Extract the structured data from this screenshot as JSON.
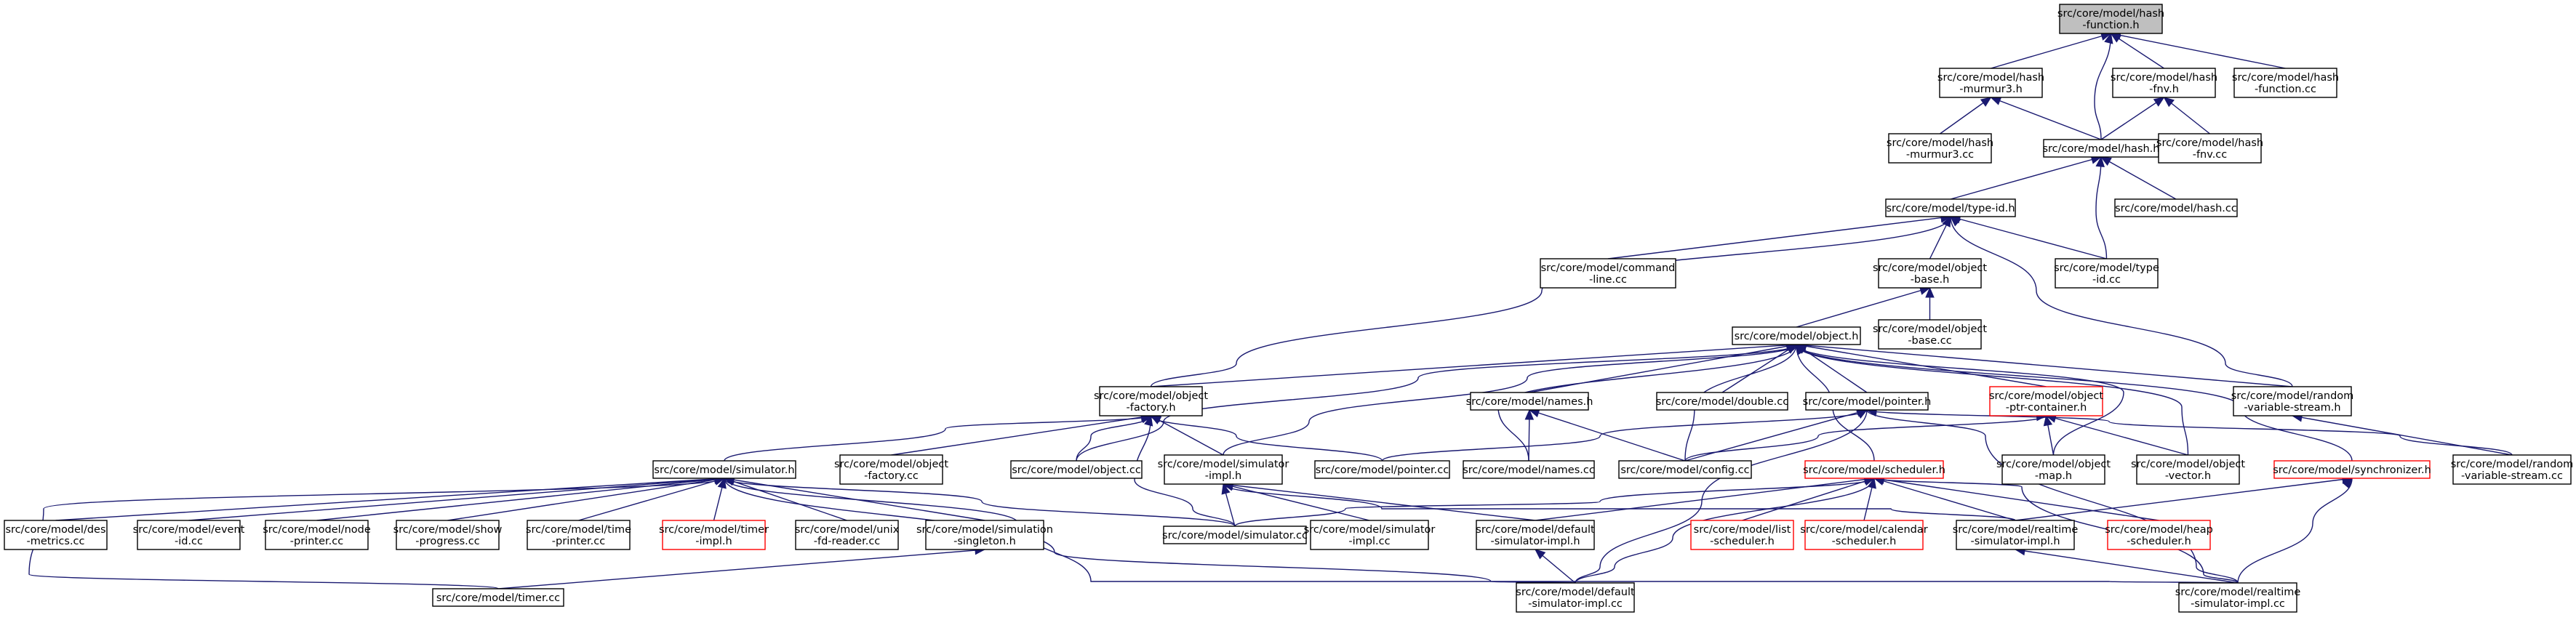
{
  "graph": {
    "kind": "include-dependency-graph",
    "colors": {
      "edge": "#191970",
      "root_fill": "#bfbfbf",
      "node_fill": "#ffffff",
      "node_border": "#000000",
      "truncated_border": "#ff0000"
    },
    "nodes": [
      {
        "id": "hash_function_h",
        "lines": [
          "src/core/model/hash",
          "-function.h"
        ],
        "style": "root"
      },
      {
        "id": "hash_murmur3_h",
        "lines": [
          "src/core/model/hash",
          "-murmur3.h"
        ],
        "style": "normal"
      },
      {
        "id": "hash_fnv_h",
        "lines": [
          "src/core/model/hash",
          "-fnv.h"
        ],
        "style": "normal"
      },
      {
        "id": "hash_function_cc",
        "lines": [
          "src/core/model/hash",
          "-function.cc"
        ],
        "style": "normal"
      },
      {
        "id": "hash_murmur3_cc",
        "lines": [
          "src/core/model/hash",
          "-murmur3.cc"
        ],
        "style": "normal"
      },
      {
        "id": "hash_h",
        "lines": [
          "src/core/model/hash.h"
        ],
        "style": "normal"
      },
      {
        "id": "hash_fnv_cc",
        "lines": [
          "src/core/model/hash",
          "-fnv.cc"
        ],
        "style": "normal"
      },
      {
        "id": "type_id_h",
        "lines": [
          "src/core/model/type-id.h"
        ],
        "style": "normal"
      },
      {
        "id": "hash_cc",
        "lines": [
          "src/core/model/hash.cc"
        ],
        "style": "normal"
      },
      {
        "id": "command_line_cc",
        "lines": [
          "src/core/model/command",
          "-line.cc"
        ],
        "style": "normal"
      },
      {
        "id": "object_base_h",
        "lines": [
          "src/core/model/object",
          "-base.h"
        ],
        "style": "normal"
      },
      {
        "id": "type_id_cc",
        "lines": [
          "src/core/model/type",
          "-id.cc"
        ],
        "style": "normal"
      },
      {
        "id": "object_base_cc",
        "lines": [
          "src/core/model/object",
          "-base.cc"
        ],
        "style": "normal"
      },
      {
        "id": "object_h",
        "lines": [
          "src/core/model/object.h"
        ],
        "style": "normal"
      },
      {
        "id": "object_factory_h",
        "lines": [
          "src/core/model/object",
          "-factory.h"
        ],
        "style": "normal"
      },
      {
        "id": "names_h",
        "lines": [
          "src/core/model/names.h"
        ],
        "style": "normal"
      },
      {
        "id": "double_cc",
        "lines": [
          "src/core/model/double.cc"
        ],
        "style": "normal"
      },
      {
        "id": "pointer_h",
        "lines": [
          "src/core/model/pointer.h"
        ],
        "style": "normal"
      },
      {
        "id": "object_ptr_container_h",
        "lines": [
          "src/core/model/object",
          "-ptr-container.h"
        ],
        "style": "truncated"
      },
      {
        "id": "random_variable_stream_h",
        "lines": [
          "src/core/model/random",
          "-variable-stream.h"
        ],
        "style": "normal"
      },
      {
        "id": "simulator_h",
        "lines": [
          "src/core/model/simulator.h"
        ],
        "style": "normal"
      },
      {
        "id": "object_factory_cc",
        "lines": [
          "src/core/model/object",
          "-factory.cc"
        ],
        "style": "normal"
      },
      {
        "id": "object_cc",
        "lines": [
          "src/core/model/object.cc"
        ],
        "style": "normal"
      },
      {
        "id": "simulator_impl_h",
        "lines": [
          "src/core/model/simulator",
          "-impl.h"
        ],
        "style": "normal"
      },
      {
        "id": "pointer_cc",
        "lines": [
          "src/core/model/pointer.cc"
        ],
        "style": "normal"
      },
      {
        "id": "names_cc",
        "lines": [
          "src/core/model/names.cc"
        ],
        "style": "normal"
      },
      {
        "id": "config_cc",
        "lines": [
          "src/core/model/config.cc"
        ],
        "style": "normal"
      },
      {
        "id": "scheduler_h",
        "lines": [
          "src/core/model/scheduler.h"
        ],
        "style": "truncated"
      },
      {
        "id": "object_map_h",
        "lines": [
          "src/core/model/object",
          "-map.h"
        ],
        "style": "normal"
      },
      {
        "id": "object_vector_h",
        "lines": [
          "src/core/model/object",
          "-vector.h"
        ],
        "style": "normal"
      },
      {
        "id": "synchronizer_h",
        "lines": [
          "src/core/model/synchronizer.h"
        ],
        "style": "truncated"
      },
      {
        "id": "random_variable_stream_cc",
        "lines": [
          "src/core/model/random",
          "-variable-stream.cc"
        ],
        "style": "normal"
      },
      {
        "id": "des_metrics_cc",
        "lines": [
          "src/core/model/des",
          "-metrics.cc"
        ],
        "style": "normal"
      },
      {
        "id": "event_id_cc",
        "lines": [
          "src/core/model/event",
          "-id.cc"
        ],
        "style": "normal"
      },
      {
        "id": "node_printer_cc",
        "lines": [
          "src/core/model/node",
          "-printer.cc"
        ],
        "style": "normal"
      },
      {
        "id": "show_progress_cc",
        "lines": [
          "src/core/model/show",
          "-progress.cc"
        ],
        "style": "normal"
      },
      {
        "id": "time_printer_cc",
        "lines": [
          "src/core/model/time",
          "-printer.cc"
        ],
        "style": "normal"
      },
      {
        "id": "timer_impl_h",
        "lines": [
          "src/core/model/timer",
          "-impl.h"
        ],
        "style": "truncated"
      },
      {
        "id": "unix_fd_reader_cc",
        "lines": [
          "src/core/model/unix",
          "-fd-reader.cc"
        ],
        "style": "normal"
      },
      {
        "id": "simulation_singleton_h",
        "lines": [
          "src/core/model/simulation",
          "-singleton.h"
        ],
        "style": "normal"
      },
      {
        "id": "simulator_cc",
        "lines": [
          "src/core/model/simulator.cc"
        ],
        "style": "normal"
      },
      {
        "id": "simulator_impl_cc",
        "lines": [
          "src/core/model/simulator",
          "-impl.cc"
        ],
        "style": "normal"
      },
      {
        "id": "default_simulator_impl_h",
        "lines": [
          "src/core/model/default",
          "-simulator-impl.h"
        ],
        "style": "normal"
      },
      {
        "id": "list_scheduler_h",
        "lines": [
          "src/core/model/list",
          "-scheduler.h"
        ],
        "style": "truncated"
      },
      {
        "id": "calendar_scheduler_h",
        "lines": [
          "src/core/model/calendar",
          "-scheduler.h"
        ],
        "style": "truncated"
      },
      {
        "id": "realtime_simulator_impl_h",
        "lines": [
          "src/core/model/realtime",
          "-simulator-impl.h"
        ],
        "style": "normal"
      },
      {
        "id": "heap_scheduler_h",
        "lines": [
          "src/core/model/heap",
          "-scheduler.h"
        ],
        "style": "truncated"
      },
      {
        "id": "timer_cc",
        "lines": [
          "src/core/model/timer.cc"
        ],
        "style": "normal"
      },
      {
        "id": "default_simulator_impl_cc",
        "lines": [
          "src/core/model/default",
          "-simulator-impl.cc"
        ],
        "style": "normal"
      },
      {
        "id": "realtime_simulator_impl_cc",
        "lines": [
          "src/core/model/realtime",
          "-simulator-impl.cc"
        ],
        "style": "normal"
      }
    ],
    "edges": [
      [
        "hash_function_h",
        "hash_murmur3_h"
      ],
      [
        "hash_function_h",
        "hash_h"
      ],
      [
        "hash_function_h",
        "hash_fnv_h"
      ],
      [
        "hash_function_h",
        "hash_function_cc"
      ],
      [
        "hash_murmur3_h",
        "hash_murmur3_cc"
      ],
      [
        "hash_murmur3_h",
        "hash_h"
      ],
      [
        "hash_fnv_h",
        "hash_h"
      ],
      [
        "hash_fnv_h",
        "hash_fnv_cc"
      ],
      [
        "hash_h",
        "type_id_h"
      ],
      [
        "hash_h",
        "hash_cc"
      ],
      [
        "hash_h",
        "type_id_cc"
      ],
      [
        "type_id_h",
        "command_line_cc"
      ],
      [
        "type_id_h",
        "object_base_h"
      ],
      [
        "type_id_h",
        "type_id_cc"
      ],
      [
        "type_id_h",
        "object_factory_h"
      ],
      [
        "type_id_h",
        "random_variable_stream_h"
      ],
      [
        "object_base_h",
        "object_h"
      ],
      [
        "object_base_h",
        "object_base_cc"
      ],
      [
        "object_h",
        "object_factory_h"
      ],
      [
        "object_h",
        "names_h"
      ],
      [
        "object_h",
        "double_cc"
      ],
      [
        "object_h",
        "pointer_h"
      ],
      [
        "object_h",
        "object_ptr_container_h"
      ],
      [
        "object_h",
        "random_variable_stream_h"
      ],
      [
        "object_h",
        "object_cc"
      ],
      [
        "object_h",
        "simulator_impl_h"
      ],
      [
        "object_h",
        "names_cc"
      ],
      [
        "object_h",
        "config_cc"
      ],
      [
        "object_h",
        "scheduler_h"
      ],
      [
        "object_h",
        "object_map_h"
      ],
      [
        "object_h",
        "object_vector_h"
      ],
      [
        "object_h",
        "synchronizer_h"
      ],
      [
        "object_factory_h",
        "simulator_h"
      ],
      [
        "object_factory_h",
        "object_factory_cc"
      ],
      [
        "object_factory_h",
        "object_cc"
      ],
      [
        "object_factory_h",
        "simulator_impl_h"
      ],
      [
        "object_factory_h",
        "pointer_cc"
      ],
      [
        "object_factory_h",
        "simulator_cc"
      ],
      [
        "names_h",
        "names_cc"
      ],
      [
        "names_h",
        "config_cc"
      ],
      [
        "pointer_h",
        "pointer_cc"
      ],
      [
        "pointer_h",
        "config_cc"
      ],
      [
        "pointer_h",
        "default_simulator_impl_cc"
      ],
      [
        "pointer_h",
        "realtime_simulator_impl_cc"
      ],
      [
        "pointer_h",
        "random_variable_stream_cc"
      ],
      [
        "object_ptr_container_h",
        "object_map_h"
      ],
      [
        "object_ptr_container_h",
        "object_vector_h"
      ],
      [
        "object_ptr_container_h",
        "config_cc"
      ],
      [
        "random_variable_stream_h",
        "random_variable_stream_cc"
      ],
      [
        "simulator_h",
        "des_metrics_cc"
      ],
      [
        "simulator_h",
        "event_id_cc"
      ],
      [
        "simulator_h",
        "node_printer_cc"
      ],
      [
        "simulator_h",
        "show_progress_cc"
      ],
      [
        "simulator_h",
        "time_printer_cc"
      ],
      [
        "simulator_h",
        "timer_impl_h"
      ],
      [
        "simulator_h",
        "unix_fd_reader_cc"
      ],
      [
        "simulator_h",
        "simulation_singleton_h"
      ],
      [
        "simulator_h",
        "simulator_cc"
      ],
      [
        "simulator_h",
        "timer_cc"
      ],
      [
        "simulator_h",
        "default_simulator_impl_cc"
      ],
      [
        "simulator_h",
        "realtime_simulator_impl_cc"
      ],
      [
        "simulation_singleton_h",
        "timer_cc"
      ],
      [
        "simulator_impl_h",
        "simulator_cc"
      ],
      [
        "simulator_impl_h",
        "simulator_impl_cc"
      ],
      [
        "simulator_impl_h",
        "default_simulator_impl_h"
      ],
      [
        "simulator_impl_h",
        "realtime_simulator_impl_h"
      ],
      [
        "scheduler_h",
        "simulator_cc"
      ],
      [
        "scheduler_h",
        "default_simulator_impl_h"
      ],
      [
        "scheduler_h",
        "list_scheduler_h"
      ],
      [
        "scheduler_h",
        "calendar_scheduler_h"
      ],
      [
        "scheduler_h",
        "realtime_simulator_impl_h"
      ],
      [
        "scheduler_h",
        "heap_scheduler_h"
      ],
      [
        "scheduler_h",
        "default_simulator_impl_cc"
      ],
      [
        "scheduler_h",
        "realtime_simulator_impl_cc"
      ],
      [
        "synchronizer_h",
        "realtime_simulator_impl_h"
      ],
      [
        "synchronizer_h",
        "realtime_simulator_impl_cc"
      ],
      [
        "default_simulator_impl_h",
        "default_simulator_impl_cc"
      ],
      [
        "realtime_simulator_impl_h",
        "realtime_simulator_impl_cc"
      ]
    ]
  }
}
